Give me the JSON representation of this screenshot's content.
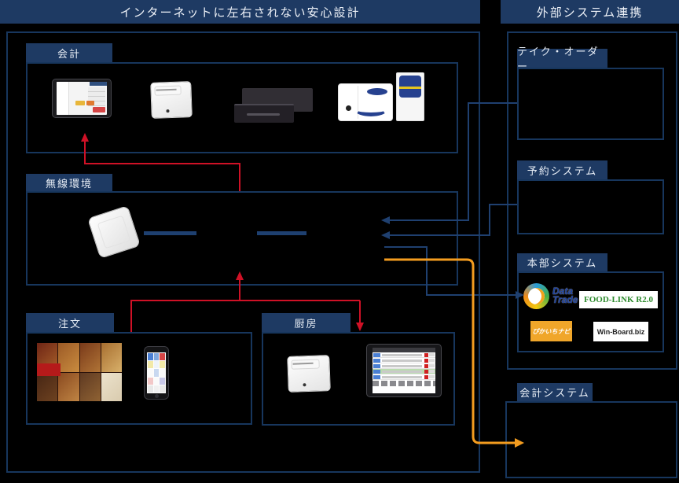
{
  "colors": {
    "panel_navy": "#1e3a63",
    "box_border": "#17365d",
    "connector_blue": "#1f4070",
    "connector_red": "#cf1126",
    "connector_orange": "#f39c1f"
  },
  "headers": {
    "left": "インターネットに左右されない安心設計",
    "right": "外部システム連携"
  },
  "sections": {
    "kaikei": {
      "label": "会計"
    },
    "musen": {
      "label": "無線環境"
    },
    "chumon": {
      "label": "注文"
    },
    "chubo": {
      "label": "厨房"
    }
  },
  "external": {
    "take_order": {
      "label": "テイク・オーダー"
    },
    "yoyaku": {
      "label": "予約システム"
    },
    "honbu": {
      "label": "本部システム",
      "logos": {
        "data_trade_line1": "Data",
        "data_trade_line2": "Trade",
        "food_link": "FOOD-LINK R2.0",
        "pikaichi": "ぴかいちナビ",
        "win_board": "Win-Board.biz"
      }
    },
    "kaikei_system": {
      "label": "会計システム"
    }
  }
}
